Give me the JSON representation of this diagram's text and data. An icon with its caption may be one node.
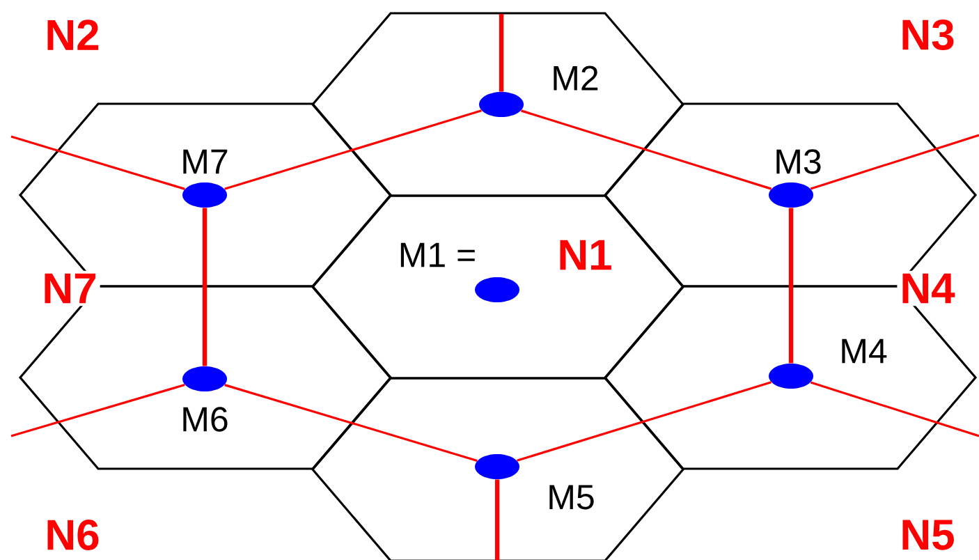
{
  "diagram": {
    "nodes": [
      {
        "text": [],
        "shape": "circle",
        "beside": [
          "M2"
        ]
      },
      {
        "text": [],
        "shape": "circle",
        "beside": [
          "M7"
        ]
      },
      {
        "text": [],
        "shape": "circle",
        "beside": [
          "M3"
        ]
      },
      {
        "text": [],
        "shape": "circle",
        "beside": [
          "M1 =",
          "N1"
        ]
      },
      {
        "text": [],
        "shape": "circle",
        "beside": [
          "M4"
        ]
      },
      {
        "text": [],
        "shape": "circle",
        "beside": [
          "M6"
        ]
      },
      {
        "text": [],
        "shape": "circle",
        "beside": [
          "M5"
        ]
      }
    ],
    "edges": [
      {
        "from": 1,
        "to": 0,
        "arrow": "none"
      },
      {
        "from": 0,
        "to": 2,
        "arrow": "none"
      },
      {
        "from": 2,
        "to": 4,
        "arrow": "none",
        "style": "thick"
      },
      {
        "from": 4,
        "to": 6,
        "arrow": "none"
      },
      {
        "from": 6,
        "to": 5,
        "arrow": "none"
      },
      {
        "from": 5,
        "to": 1,
        "arrow": "none",
        "style": "thick"
      },
      {
        "from": null,
        "to": 0,
        "arrow": "none",
        "style": "thick"
      },
      {
        "from": null,
        "to": 1,
        "arrow": "none"
      },
      {
        "from": null,
        "to": 2,
        "arrow": "none"
      },
      {
        "from": null,
        "to": 4,
        "arrow": "none"
      },
      {
        "from": null,
        "to": 6,
        "arrow": "none",
        "style": "thick"
      },
      {
        "from": null,
        "to": 5,
        "arrow": "none"
      }
    ],
    "labels": [
      "N2",
      "N3",
      "N7",
      "N4",
      "N6",
      "N5"
    ]
  }
}
